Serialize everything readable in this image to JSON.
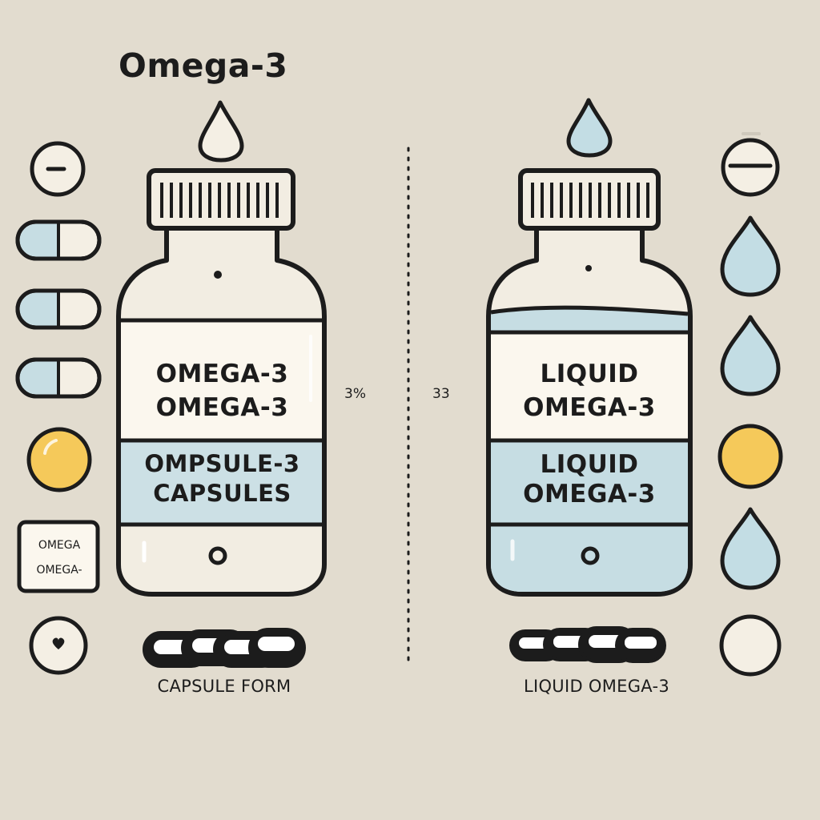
{
  "title": "Omega-3",
  "capsule_bottle": {
    "band1_lines": [
      "OMEGA-3",
      "OMEGA-3"
    ],
    "band2_lines": [
      "OMPSULE-3",
      "CAPSULES"
    ],
    "caption": "CAPSULE FORM"
  },
  "liquid_bottle": {
    "band1_lines": [
      "LIQUID",
      "OMEGA-3"
    ],
    "band2_lines": [
      "LIQUID",
      "OMEGA-3"
    ],
    "caption": "LIQUID OMEGA-3"
  },
  "middle_labels": {
    "left": "3%",
    "right": "33"
  },
  "left_icon_box": {
    "lines": [
      "OMEGA",
      "OMEGA-"
    ]
  },
  "colors": {
    "background": "#e2dccf",
    "bottle_fill": "#f2ede2",
    "label_band": "#fbf7ee",
    "blue_band": "#cce0e5",
    "liquid": "#c6dde3",
    "drop": "#c3dde4",
    "softgel": "#f5c95a",
    "outline": "#1c1c1c"
  },
  "icons": {
    "left_column": [
      "tablet-icon",
      "capsule-icon",
      "capsule-icon",
      "capsule-icon",
      "softgel-icon",
      "label-box-icon",
      "heart-tablet-icon"
    ],
    "right_column": [
      "tablet-icon",
      "drop-icon",
      "drop-icon",
      "softgel-icon",
      "drop-icon",
      "plain-tablet-icon"
    ]
  }
}
